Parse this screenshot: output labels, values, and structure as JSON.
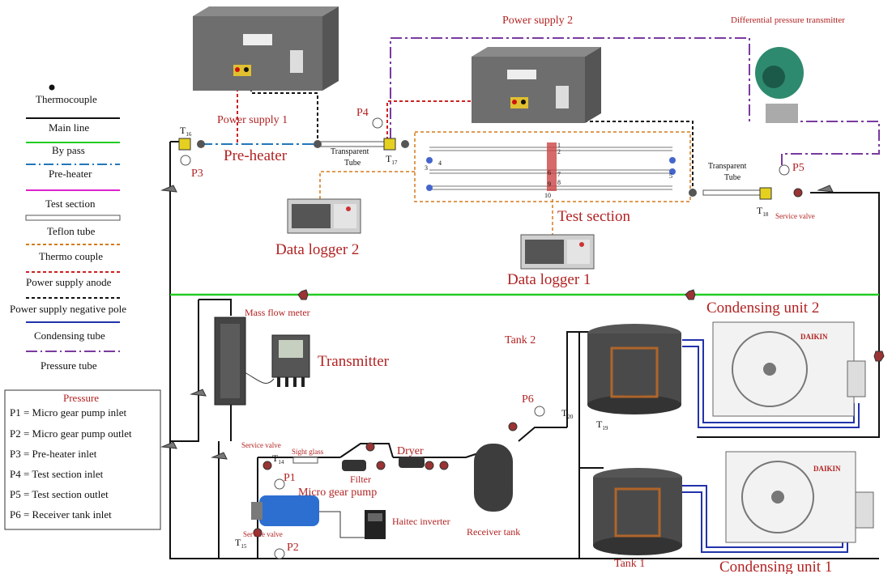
{
  "legend": {
    "thermocouple": "Thermocouple",
    "main_line": "Main line",
    "by_pass": "By pass",
    "pre_heater": "Pre-heater",
    "test_section": "Test section",
    "teflon_tube": "Teflon tube",
    "thermo_couple": "Thermo couple",
    "power_supply_anode": "Power supply anode",
    "power_supply_negative_pole": "Power supply negative pole",
    "condensing_tube": "Condensing tube",
    "pressure_tube": "Pressure tube"
  },
  "pressure_box": {
    "title": "Pressure",
    "p1": "P1 = Micro gear pump inlet",
    "p2": "P2 = Micro gear pump outlet",
    "p3": "P3 = Pre-heater inlet",
    "p4": "P4 = Test section inlet",
    "p5": "P5 = Test section outlet",
    "p6": "P6 = Receiver tank inlet"
  },
  "labels": {
    "power_supply_1": "Power supply 1",
    "power_supply_2": "Power supply 2",
    "differential_pressure_transmitter": "Differential pressure transmitter",
    "pre_heater": "Pre-heater",
    "transparent_tube": "Transparent",
    "tube": "Tube",
    "transparent_tube_2": "Transparent",
    "tube_2": "Tube",
    "test_section": "Test section",
    "data_logger_1": "Data logger 1",
    "data_logger_2": "Data logger 2",
    "service_valve_top": "Service valve",
    "mass_flow_meter": "Mass flow meter",
    "transmitter": "Transmitter",
    "condensing_unit_2": "Condensing unit 2",
    "condensing_unit_1": "Condensing unit 1",
    "tank_2": "Tank 2",
    "tank_1": "Tank 1",
    "dryer": "Dryer",
    "filter": "Filter",
    "sight_glass": "Sight glass",
    "service_valve_mid": "Service valve",
    "service_valve_bottom": "Service valve",
    "micro_gear_pump": "Micro gear pump",
    "haitec_inverter": "Haitec inverter",
    "receiver_tank": "Receiver tank",
    "daikin_1": "DAIKIN",
    "daikin_2": "DAIKIN"
  },
  "sensor_labels": {
    "p1": "P1",
    "p2": "P2",
    "p3": "P3",
    "p4": "P4",
    "p5": "P5",
    "p6": "P6",
    "t14": "T",
    "t14_sub": "14",
    "t15": "T",
    "t15_sub": "15",
    "t16": "T",
    "t16_sub": "16",
    "t17": "T",
    "t17_sub": "17",
    "t18": "T",
    "t18_sub": "18",
    "t19": "T",
    "t19_sub": "19",
    "t20": "T",
    "t20_sub": "20"
  },
  "test_section_points": [
    "1",
    "2",
    "3",
    "4",
    "5",
    "6",
    "7",
    "8",
    "9",
    "10"
  ],
  "colors": {
    "main_line": "#111111",
    "by_pass": "#22cc22",
    "pre_heater": "#2277bb",
    "test_section": "#dd22cc",
    "thermo_couple": "#d47a1a",
    "anode": "#cc2222",
    "negative": "#111111",
    "condensing_tube": "#2233aa",
    "pressure_tube": "#7a3aa0",
    "label_red": "#b22222"
  }
}
